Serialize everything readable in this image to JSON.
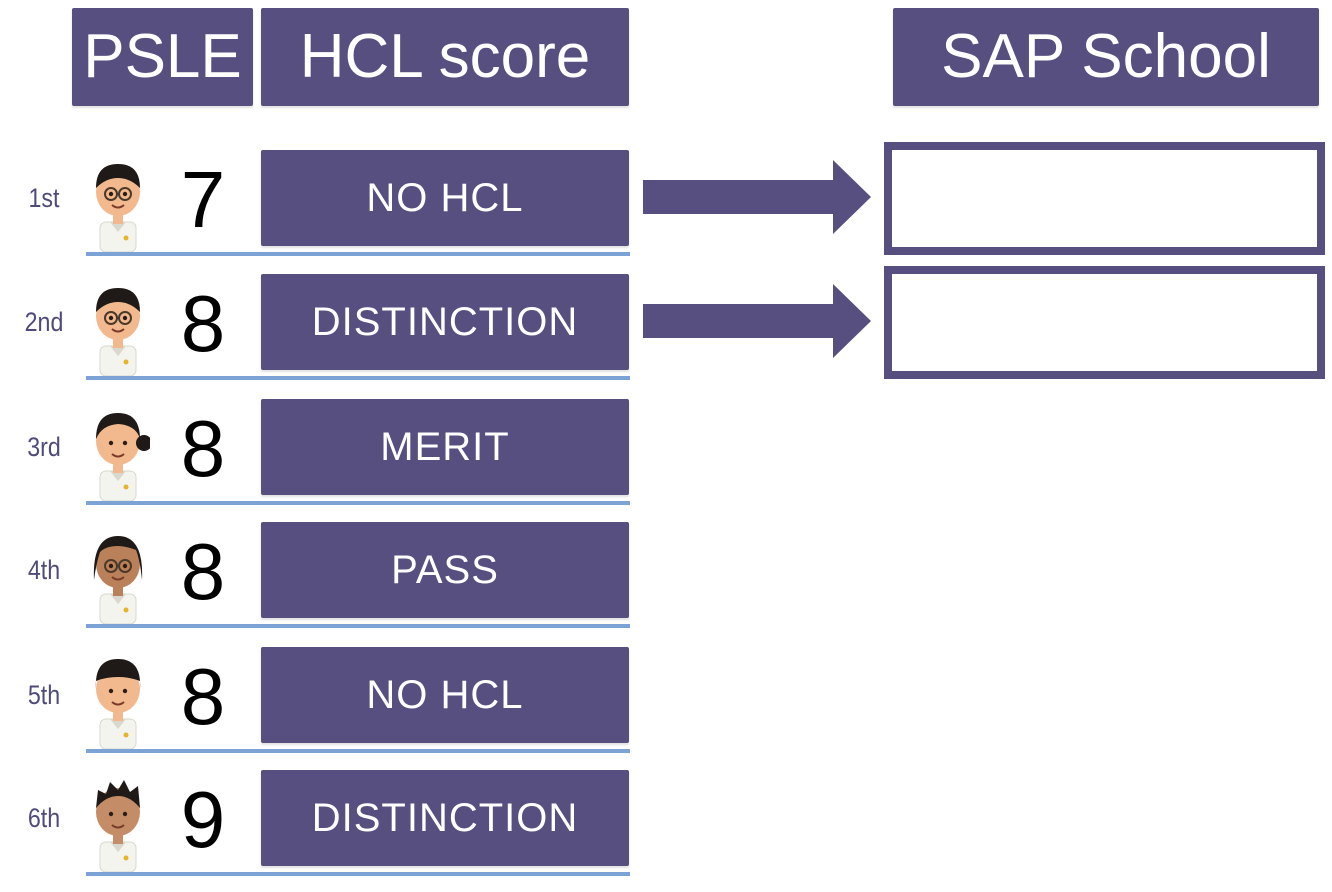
{
  "headers": {
    "psle": "PSLE",
    "hcl": "HCL score",
    "sap": "SAP School"
  },
  "students": [
    {
      "rank": "1st",
      "score": "7",
      "hcl": "NO HCL",
      "avatar": "boy-glasses-icon"
    },
    {
      "rank": "2nd",
      "score": "8",
      "hcl": "DISTINCTION",
      "avatar": "boy-glasses-icon"
    },
    {
      "rank": "3rd",
      "score": "8",
      "hcl": "MERIT",
      "avatar": "girl-ponytail-icon"
    },
    {
      "rank": "4th",
      "score": "8",
      "hcl": "PASS",
      "avatar": "girl-glasses-icon"
    },
    {
      "rank": "5th",
      "score": "8",
      "hcl": "NO HCL",
      "avatar": "boy-fringe-icon"
    },
    {
      "rank": "6th",
      "score": "9",
      "hcl": "DISTINCTION",
      "avatar": "boy-spiky-hair-icon"
    }
  ],
  "arrows": [
    "right-arrow-icon",
    "right-arrow-icon"
  ],
  "sap_slots": [
    "",
    ""
  ],
  "colors": {
    "box_fill": "#564f7f",
    "rank_text": "#4f4a7a",
    "underline": "#7da3d6",
    "score_text": "#000000"
  }
}
